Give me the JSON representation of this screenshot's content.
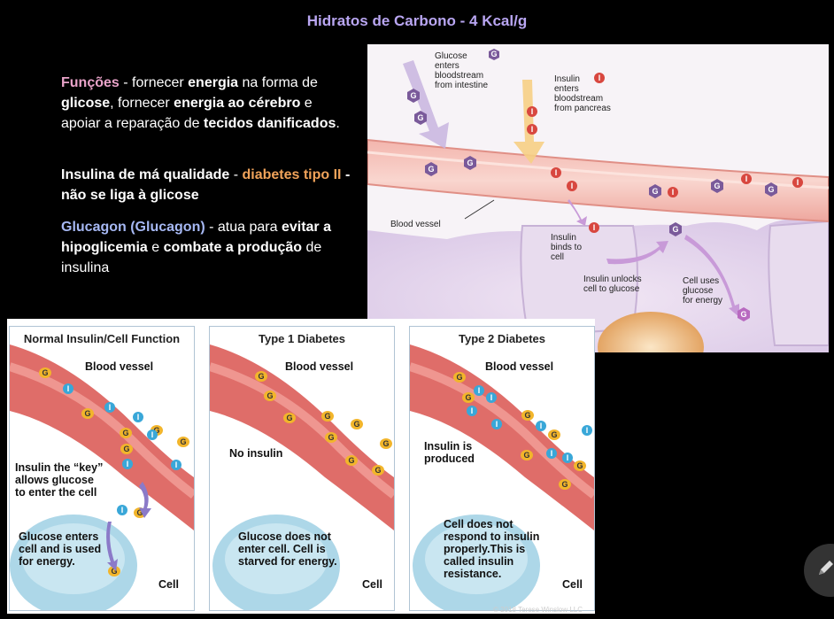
{
  "title": "Hidratos de Carbono - 4 Kcal/g",
  "text": {
    "p1": {
      "term": "Funções",
      "s1": " - fornecer ",
      "b1": "energia",
      "s2": " na forma de ",
      "b2": "glicose",
      "s3": ", fornecer ",
      "b3": "energia ao cérebro",
      "s4": " e apoiar a reparação de ",
      "b4": "tecidos danificados",
      "s5": "."
    },
    "p2": {
      "b1": "Insulina de má qualidade",
      "s1": " - ",
      "term": "diabetes tipo II",
      "b2": " - não se liga à glicose"
    },
    "p3": {
      "term": "Glucagon (Glucagon)",
      "s1": " - atua para ",
      "b1": "evitar a hipoglicemia",
      "s2": " e ",
      "b2": "combate a produção",
      "s3": " de insulina"
    }
  },
  "top_figure": {
    "glucose_label": [
      "Glucose",
      "enters",
      "bloodstream",
      "from intestine"
    ],
    "insulin_label": [
      "Insulin",
      "enters",
      "bloodstream",
      "from pancreas"
    ],
    "blood_vessel": "Blood vessel",
    "binds_label": [
      "Insulin",
      "binds to",
      "cell"
    ],
    "unlocks_label": [
      "Insulin unlocks",
      "cell to glucose"
    ],
    "uses_label": [
      "Cell uses",
      "glucose",
      "for energy"
    ],
    "glucose_glyph": "G",
    "insulin_glyph": "I"
  },
  "bottom_figure": {
    "panels": [
      {
        "title": "Normal Insulin/Cell Function",
        "vessel": "Blood vessel",
        "key_note": [
          "Insulin the “key”",
          "allows glucose",
          "to enter the cell"
        ],
        "cell_note": [
          "Glucose enters",
          "cell and is used",
          "for energy."
        ],
        "cell": "Cell"
      },
      {
        "title": "Type 1 Diabetes",
        "vessel": "Blood vessel",
        "key_note": [
          "No insulin"
        ],
        "cell_note": [
          "Glucose does not",
          "enter cell. Cell is",
          "starved for energy."
        ],
        "cell": "Cell"
      },
      {
        "title": "Type 2 Diabetes",
        "vessel": "Blood vessel",
        "key_note": [
          "Insulin is",
          "produced"
        ],
        "cell_note": [
          "Cell does not",
          "respond to insulin",
          "properly.This is",
          "called insulin",
          "resistance."
        ],
        "cell": "Cell"
      }
    ],
    "copyright": "© 2018 Terese Winslow LLC"
  },
  "colors": {
    "title": "#b9a6f2",
    "pink": "#e9a3c9",
    "orange": "#f0a35a",
    "blue": "#a6b8f3"
  }
}
